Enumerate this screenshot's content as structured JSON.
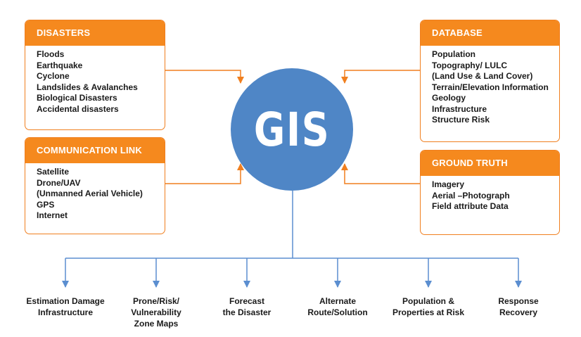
{
  "center": {
    "label": "GIS"
  },
  "boxes": {
    "disasters": {
      "title": "DISASTERS",
      "items": [
        "Floods",
        "Earthquake",
        "Cyclone",
        "Landslides & Avalanches",
        "Biological Disasters",
        "Accidental disasters"
      ]
    },
    "communication_link": {
      "title": "COMMUNICATION LINK",
      "items": [
        "Satellite",
        "Drone/UAV",
        "(Unmanned Aerial Vehicle)",
        "GPS",
        "Internet"
      ]
    },
    "database": {
      "title": "DATABASE",
      "items": [
        "Population",
        "Topography/ LULC",
        "(Land Use & Land Cover)",
        "Terrain/Elevation Information",
        "Geology",
        "Infrastructure",
        "Structure Risk"
      ]
    },
    "ground_truth": {
      "title": "GROUND TRUTH",
      "items": [
        "Imagery",
        "Aerial –Photograph",
        "Field attribute Data"
      ]
    }
  },
  "outputs": [
    "Estimation Damage\nInfrastructure",
    "Prone/Risk/\nVulnerability\nZone Maps",
    "Forecast\nthe Disaster",
    "Alternate\nRoute/Solution",
    "Population &\nProperties at Risk",
    "Response\nRecovery"
  ],
  "colors": {
    "orange": "#f5891e",
    "arrow_orange": "#f07f1f",
    "blue": "#4f86c6",
    "arrow_blue": "#5b8ed0"
  }
}
